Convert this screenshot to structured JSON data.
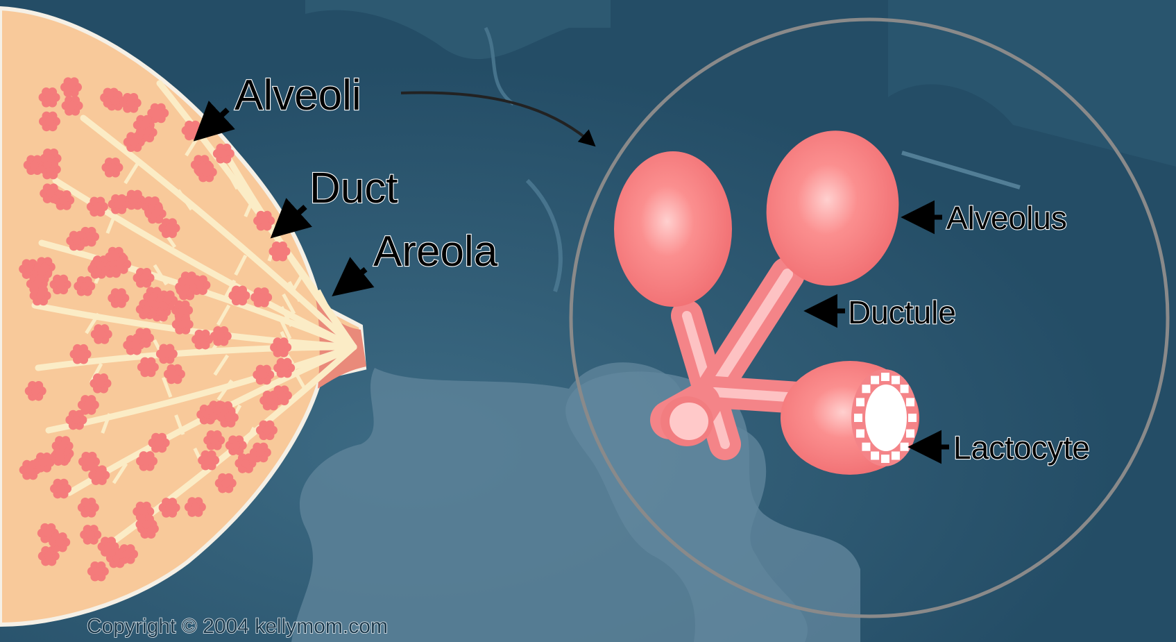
{
  "labels": {
    "alveoli": "Alveoli",
    "duct": "Duct",
    "areola": "Areola",
    "alveolus": "Alveolus",
    "ductule": "Ductule",
    "lactocyte": "Lactocyte"
  },
  "copyright": "Copyright © 2004 kellymom.com",
  "colors": {
    "background": "#2b5872",
    "breast_tissue": "#f8c99a",
    "alveoli_pink": "#f47b7b",
    "duct_cream": "#fbecc6",
    "areola": "#e98a7a",
    "magnifier_ring": "#8a8a8a"
  }
}
